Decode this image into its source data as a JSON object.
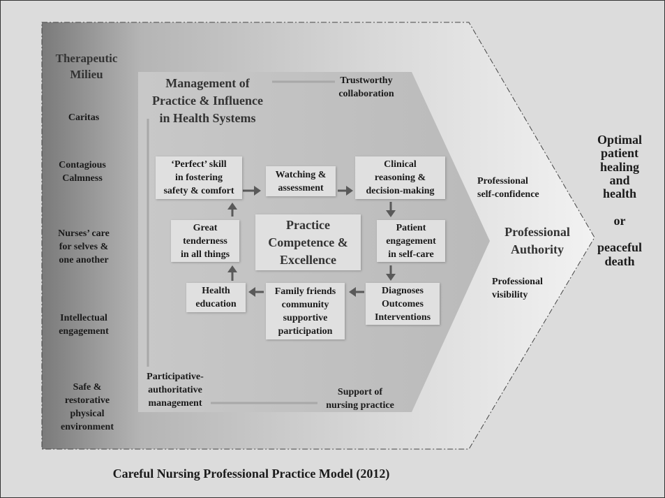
{
  "milieu": {
    "title": "Therapeutic\nMilieu",
    "items": [
      "Caritas",
      "Contagious\nCalmness",
      "Nurses’ care\nfor selves &\none another",
      "Intellectual\nengagement",
      "Safe &\nrestorative\nphysical\nenvironment"
    ]
  },
  "management": {
    "title": "Management of\nPractice  & Influence\nin Health Systems",
    "trustworthy": "Trustworthy\ncollaboration",
    "participative": "Participative-\nauthoritative\nmanagement",
    "support": "Support  of\nnursing  practice"
  },
  "competence": {
    "title": "Practice\nCompetence &\nExcellence",
    "steps": {
      "perfect_skill": "‘Perfect’ skill\nin fostering\nsafety & comfort",
      "watching": "Watching  &\nassessment",
      "clinical": "Clinical\nreasoning &\ndecision-making",
      "patient": "Patient\nengagement\nin self-care",
      "diagnoses": "Diagnoses\nOutcomes\nInterventions",
      "family": "Family  friends\ncommunity\nsupportive\nparticipation",
      "health_ed": "Health\neducation",
      "tenderness": "Great\ntenderness\nin all things"
    }
  },
  "authority": {
    "title": "Professional\nAuthority",
    "self_confidence": "Professional\nself-confidence",
    "visibility": "Professional\nvisibility"
  },
  "outcome": "Optimal\npatient\nhealing\nand\nhealth\n\nor\n\npeaceful\ndeath",
  "caption": "Careful Nursing  Professional Practice Model  (2012)",
  "colors": {
    "arrow": "#595959",
    "box": "#e0e0e0",
    "inner": "#bdbdbd"
  }
}
